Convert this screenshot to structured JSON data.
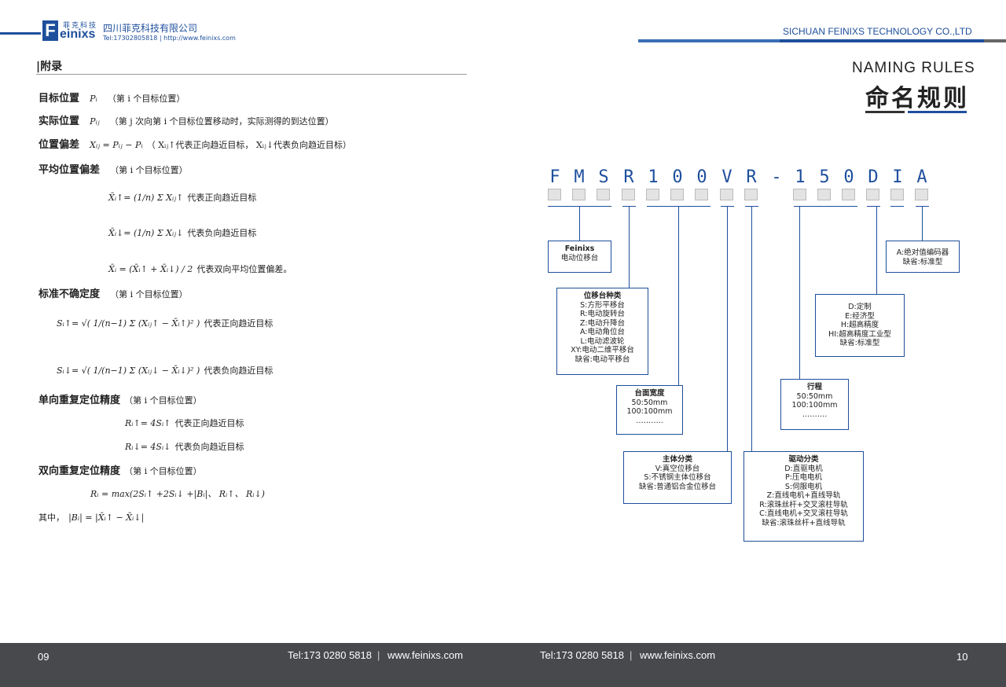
{
  "header": {
    "logo_cn": "菲克科技",
    "logo_en": "einixs",
    "logo_letter": "F",
    "company_cn": "四川菲克科技有限公司",
    "contact": "Tel:17302805818  |  http://www.feinixs.com",
    "company_en": "SICHUAN FEINIXS TECHNOLOGY CO.,LTD"
  },
  "left": {
    "section_title": "|附录",
    "target_position": {
      "label": "目标位置",
      "symbol": "Pᵢ",
      "note": "（第 i 个目标位置）"
    },
    "actual_position": {
      "label": "实际位置",
      "symbol": "Pᵢⱼ",
      "note": "（第 j 次向第 i 个目标位置移动时，实际测得的到达位置）"
    },
    "position_deviation": {
      "label": "位置偏差",
      "formula": "Xᵢⱼ = Pᵢⱼ − Pᵢ",
      "note": "（ Xᵢⱼ↑代表正向趋近目标， Xᵢⱼ↓代表负向趋近目标）"
    },
    "mean_deviation": {
      "label": "平均位置偏差",
      "note": "（第 i 个目标位置）",
      "f1": "X̄ᵢ↑= (1/n) Σ Xᵢⱼ↑",
      "f1_note": "代表正向趋近目标",
      "f2": "X̄ᵢ↓= (1/n) Σ Xᵢⱼ↓",
      "f2_note": "代表负向趋近目标",
      "f3": "X̄ᵢ = (X̄ᵢ↑ + X̄ᵢ↓) / 2",
      "f3_note": "代表双向平均位置偏差。"
    },
    "uncertainty": {
      "label": "标准不确定度",
      "note": "（第 i 个目标位置）",
      "f1": "Sᵢ↑= √( 1/(n−1) Σ (Xᵢⱼ↑ − X̄ᵢ↑)² )",
      "f1_note": "代表正向趋近目标",
      "f2": "Sᵢ↓= √( 1/(n−1) Σ (Xᵢⱼ↓ − X̄ᵢ↓)² )",
      "f2_note": "代表负向趋近目标"
    },
    "unidirectional": {
      "label": "单向重复定位精度",
      "note": "（第 i 个目标位置）",
      "f1": "Rᵢ↑= 4Sᵢ↑",
      "f1_note": "代表正向趋近目标",
      "f2": "Rᵢ↓= 4Sᵢ↓",
      "f2_note": "代表负向趋近目标"
    },
    "bidirectional": {
      "label": "双向重复定位精度",
      "note": "（第 i 个目标位置）",
      "f1": "Rᵢ = max(2Sᵢ↑ +2Sᵢ↓ +|Bᵢ|、 Rᵢ↑、 Rᵢ↓)"
    },
    "where": {
      "label": "其中，",
      "formula": "|Bᵢ| = |X̄ᵢ↑ − X̄ᵢ↓|"
    }
  },
  "right": {
    "title_en": "NAMING RULES",
    "title_cn": "命名规则",
    "code_chars": [
      "F",
      "M",
      "S",
      "R",
      "1",
      "0",
      "0",
      "V",
      "R",
      "-",
      "1",
      "5",
      "0",
      "D",
      "I",
      "A"
    ],
    "boxes": {
      "feinixs": {
        "title": "Feinixs",
        "lines": [
          "电动位移台"
        ]
      },
      "type": {
        "title": "位移台种类",
        "lines": [
          "S:方形平移台",
          "R:电动旋转台",
          "Z:电动升降台",
          "A:电动角位台",
          "L:电动滤波轮",
          "XY:电动二维平移台",
          "缺省:电动平移台"
        ]
      },
      "width": {
        "title": "台面宽度",
        "lines": [
          "50:50mm",
          "100:100mm",
          "……….."
        ]
      },
      "body": {
        "title": "主体分类",
        "lines": [
          "V:真空位移台",
          "S:不锈钢主体位移台",
          "缺省:普通铝合金位移台"
        ]
      },
      "drive": {
        "title": "驱动分类",
        "lines": [
          "D:直驱电机",
          "P:压电电机",
          "S:伺服电机",
          "Z:直线电机+直线导轨",
          "R:滚珠丝杆+交叉滚柱导轨",
          "C:直线电机+交叉滚柱导轨",
          "缺省:滚珠丝杆+直线导轨"
        ]
      },
      "stroke": {
        "title": "行程",
        "lines": [
          "50:50mm",
          "100:100mm",
          "………."
        ]
      },
      "precision": {
        "title": "",
        "lines": [
          "D:定制",
          "E:经济型",
          "H:超高精度",
          "HI:超高精度工业型",
          "缺省:标准型"
        ]
      },
      "encoder": {
        "title": "",
        "lines": [
          "A:绝对值编码器",
          "缺省:标准型"
        ]
      }
    }
  },
  "footer": {
    "page_left": "09",
    "page_right": "10",
    "tel_left": "Tel:173 0280 5818",
    "web_left": "www.feinixs.com",
    "tel_right": "Tel:173 0280 5818",
    "web_right": "www.feinixs.com",
    "sep": "|"
  }
}
